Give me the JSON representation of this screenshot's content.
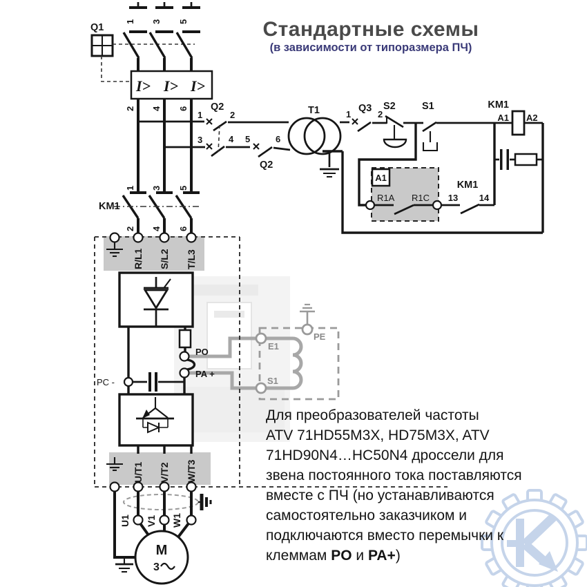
{
  "title": {
    "main": "Стандартные схемы",
    "subtitle": "(в зависимости от типоразмера ПЧ)"
  },
  "note": {
    "lines": [
      "Для преобразователей частоты",
      "ATV 71HD55M3X, HD75M3X, ATV",
      "71HD90N4…HC50N4 дроссели для",
      "звена постоянного тока поставляются",
      "вместе с ПЧ (но устанавливаются",
      "самостоятельно заказчиком и",
      "подключаются вместо перемычки к"
    ],
    "last_line": {
      "pre": "клеммам ",
      "b1": "PO",
      "mid": " и ",
      "b2": "PA+",
      "post": ")"
    }
  },
  "schematic": {
    "q1": {
      "ref": "Q1",
      "oc": "I>",
      "top": [
        "1",
        "3",
        "5"
      ],
      "bottom": [
        "2",
        "4",
        "6"
      ]
    },
    "q2": {
      "ref": "Q2",
      "terms": [
        "1",
        "2",
        "3",
        "4",
        "5",
        "6"
      ]
    },
    "t1": {
      "ref": "T1"
    },
    "q3": {
      "ref": "Q3",
      "terms": [
        "1",
        "2"
      ]
    },
    "s2": {
      "ref": "S2"
    },
    "s1": {
      "ref": "S1"
    },
    "km1": {
      "ref": "KM1",
      "coil_a1": "A1",
      "coil_a2": "A2",
      "top": [
        "1",
        "3",
        "5"
      ],
      "bottom": [
        "2",
        "4",
        "6"
      ],
      "aux": [
        "13",
        "14"
      ]
    },
    "relay_block": {
      "tag": "A1",
      "r1a": "R1A",
      "r1c": "R1C"
    },
    "drive": {
      "inputs": [
        "R/L1",
        "S/L2",
        "T/L3"
      ],
      "outputs": [
        "U/T1",
        "V/T2",
        "W/T3"
      ],
      "pc_minus": "PC -",
      "po": "PO",
      "pa_plus": "PA +"
    },
    "choke": {
      "e1": "E1",
      "s1": "S1",
      "pe": "PE"
    },
    "motor": {
      "ref": "M",
      "phase": "3",
      "terms": [
        "U1",
        "V1",
        "W1"
      ]
    }
  },
  "colors": {
    "subtitle_blue": "#3a3a78",
    "logo_blue": "#c5d4ea",
    "panel_gray": "#c9c9c9",
    "wire_gray": "#a8a8a8"
  }
}
